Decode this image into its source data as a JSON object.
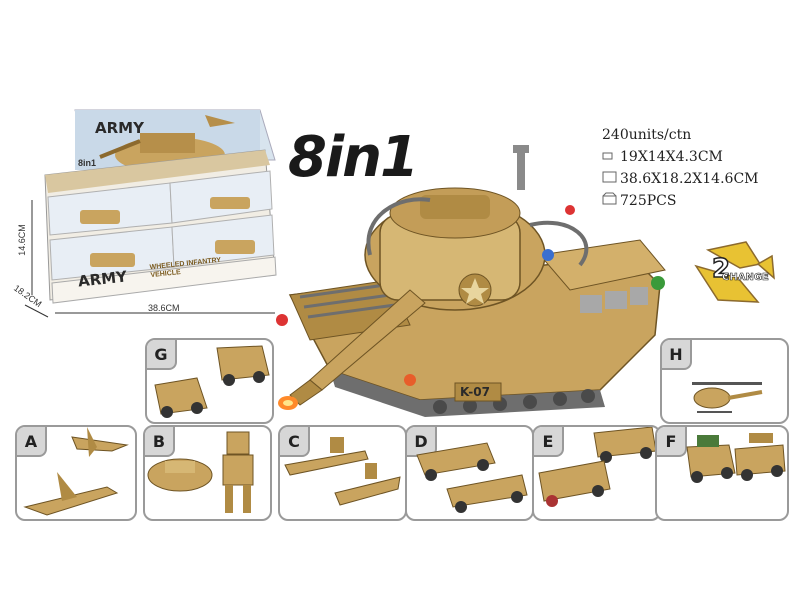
{
  "headline": "8in1",
  "specs": [
    {
      "icon": "carton-icon",
      "text": "240units/ctn"
    },
    {
      "icon": "small-box-icon",
      "text": "19X14X4.3CM"
    },
    {
      "icon": "large-box-icon",
      "text": "38.6X18.2X14.6CM"
    },
    {
      "icon": "pieces-box-icon",
      "text": "725PCS"
    }
  ],
  "display_box": {
    "brand": "ARMY",
    "subtitle": "WHEELED INFANTRY VEHICLE",
    "badge": "8in1",
    "dimensions": {
      "height": "14.6CM",
      "depth": "18.2CM",
      "width": "38.6CM"
    }
  },
  "tank": {
    "marking": "K-07"
  },
  "change_badge": {
    "number": "2",
    "text": "CHANGE"
  },
  "panels": [
    {
      "letter": "G",
      "subject": "armored trucks"
    },
    {
      "letter": "H",
      "subject": "plane and helicopter"
    },
    {
      "letter": "A",
      "subject": "fighter jets"
    },
    {
      "letter": "B",
      "subject": "hovercraft and robot"
    },
    {
      "letter": "C",
      "subject": "boats"
    },
    {
      "letter": "D",
      "subject": "armored cars"
    },
    {
      "letter": "E",
      "subject": "armored trucks"
    },
    {
      "letter": "F",
      "subject": "missile trucks"
    }
  ],
  "colors": {
    "tan": "#c9a45f",
    "tan_dark": "#8c6a2e",
    "tan_light": "#e2c98c",
    "grey": "#6e6e6e",
    "frame": "#9a9a9a"
  }
}
